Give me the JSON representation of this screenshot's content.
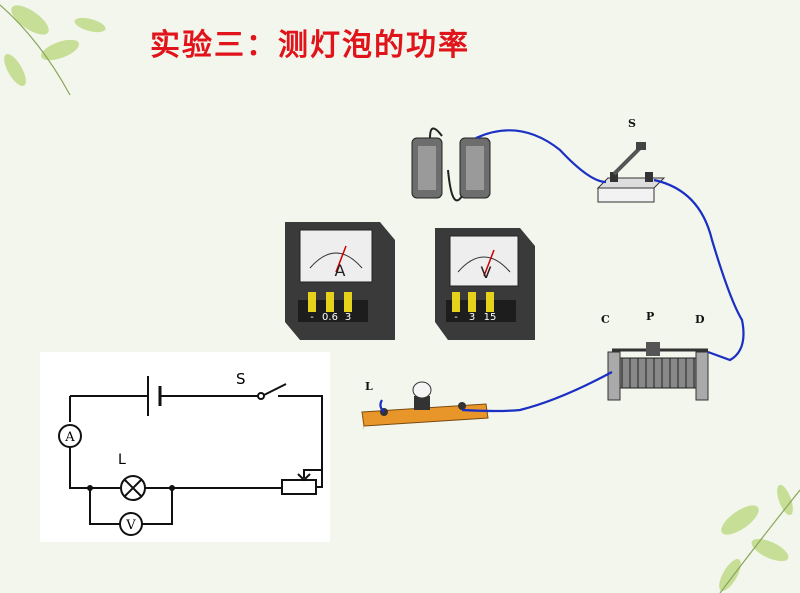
{
  "slide": {
    "title": "实验三：测灯泡的功率"
  },
  "schematic": {
    "switch_label": "S",
    "lamp_label": "L",
    "ammeter_symbol": "A",
    "voltmeter_symbol": "V"
  },
  "apparatus": {
    "switch_label": "S",
    "rheostat_labels": [
      "C",
      "P",
      "D"
    ],
    "lamp_label": "L",
    "ammeter": {
      "symbol": "A",
      "terminals": [
        "-",
        "0.6",
        "3"
      ]
    },
    "voltmeter": {
      "symbol": "V",
      "terminals": [
        "-",
        "3",
        "15"
      ]
    }
  },
  "colors": {
    "title": "#e0141a",
    "wire": "#1a2fc4",
    "board": "#e8962a"
  }
}
